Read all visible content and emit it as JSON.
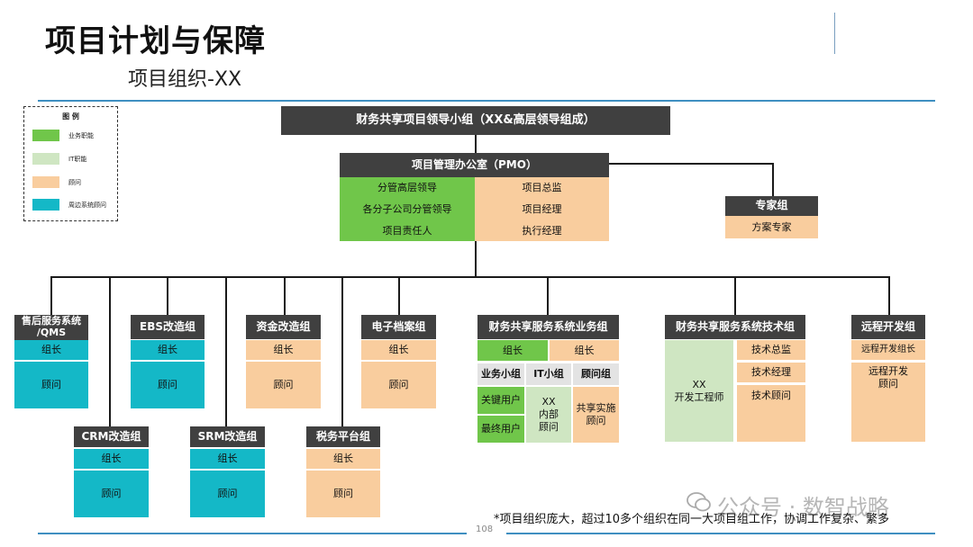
{
  "header": {
    "title": "项目计划与保障",
    "subtitle": "项目组织-XX"
  },
  "legend": {
    "title": "图 例",
    "items": [
      {
        "label": "业务职能",
        "color": "#70c64a"
      },
      {
        "label": "IT职能",
        "color": "#cfe6c2"
      },
      {
        "label": "顾问",
        "color": "#f9cd9e"
      },
      {
        "label": "周边系统顾问",
        "color": "#14b8c7"
      }
    ]
  },
  "top": {
    "label": "财务共享项目领导小组（XX&高层领导组成）"
  },
  "pmo": {
    "title": "项目管理办公室（PMO）",
    "left": [
      "分管高层领导",
      "各分子公司分管领导",
      "项目责任人"
    ],
    "right": [
      "项目总监",
      "项目经理",
      "执行经理"
    ]
  },
  "experts": {
    "title": "专家组",
    "member": "方案专家"
  },
  "groups": {
    "aftersales": {
      "title": "售后服务系统\n/QMS",
      "lead": "组长",
      "advisor": "顾问"
    },
    "ebs": {
      "title": "EBS改造组",
      "lead": "组长",
      "advisor": "顾问"
    },
    "fund": {
      "title": "资金改造组",
      "lead": "组长",
      "advisor": "顾问"
    },
    "archive": {
      "title": "电子档案组",
      "lead": "组长",
      "advisor": "顾问"
    },
    "crm": {
      "title": "CRM改造组",
      "lead": "组长",
      "advisor": "顾问"
    },
    "srm": {
      "title": "SRM改造组",
      "lead": "组长",
      "advisor": "顾问"
    },
    "tax": {
      "title": "税务平台组",
      "lead": "组长",
      "advisor": "顾问"
    },
    "business": {
      "title": "财务共享服务系统业务组",
      "lead_left": "组长",
      "lead_right": "组长",
      "sub_business": "业务小组",
      "sub_it": "IT小组",
      "sub_advisor": "顾问组",
      "key_user": "关键用户",
      "end_user": "最终用户",
      "it_members": "XX\n内部\n顾问",
      "advisor_members": "共享实施\n顾问"
    },
    "technical": {
      "title": "财务共享服务系统技术组",
      "dev": "XX\n开发工程师",
      "roles": [
        "技术总监",
        "技术经理",
        "技术顾问"
      ]
    },
    "remote": {
      "title": "远程开发组",
      "lead": "远程开发组长",
      "advisor": "远程开发\n顾问"
    }
  },
  "note": "*项目组织庞大，超过10多个组织在同一大项目组工作，协调工作复杂、繁多",
  "watermark": "公众号 · 数智战略",
  "page_number": "108"
}
